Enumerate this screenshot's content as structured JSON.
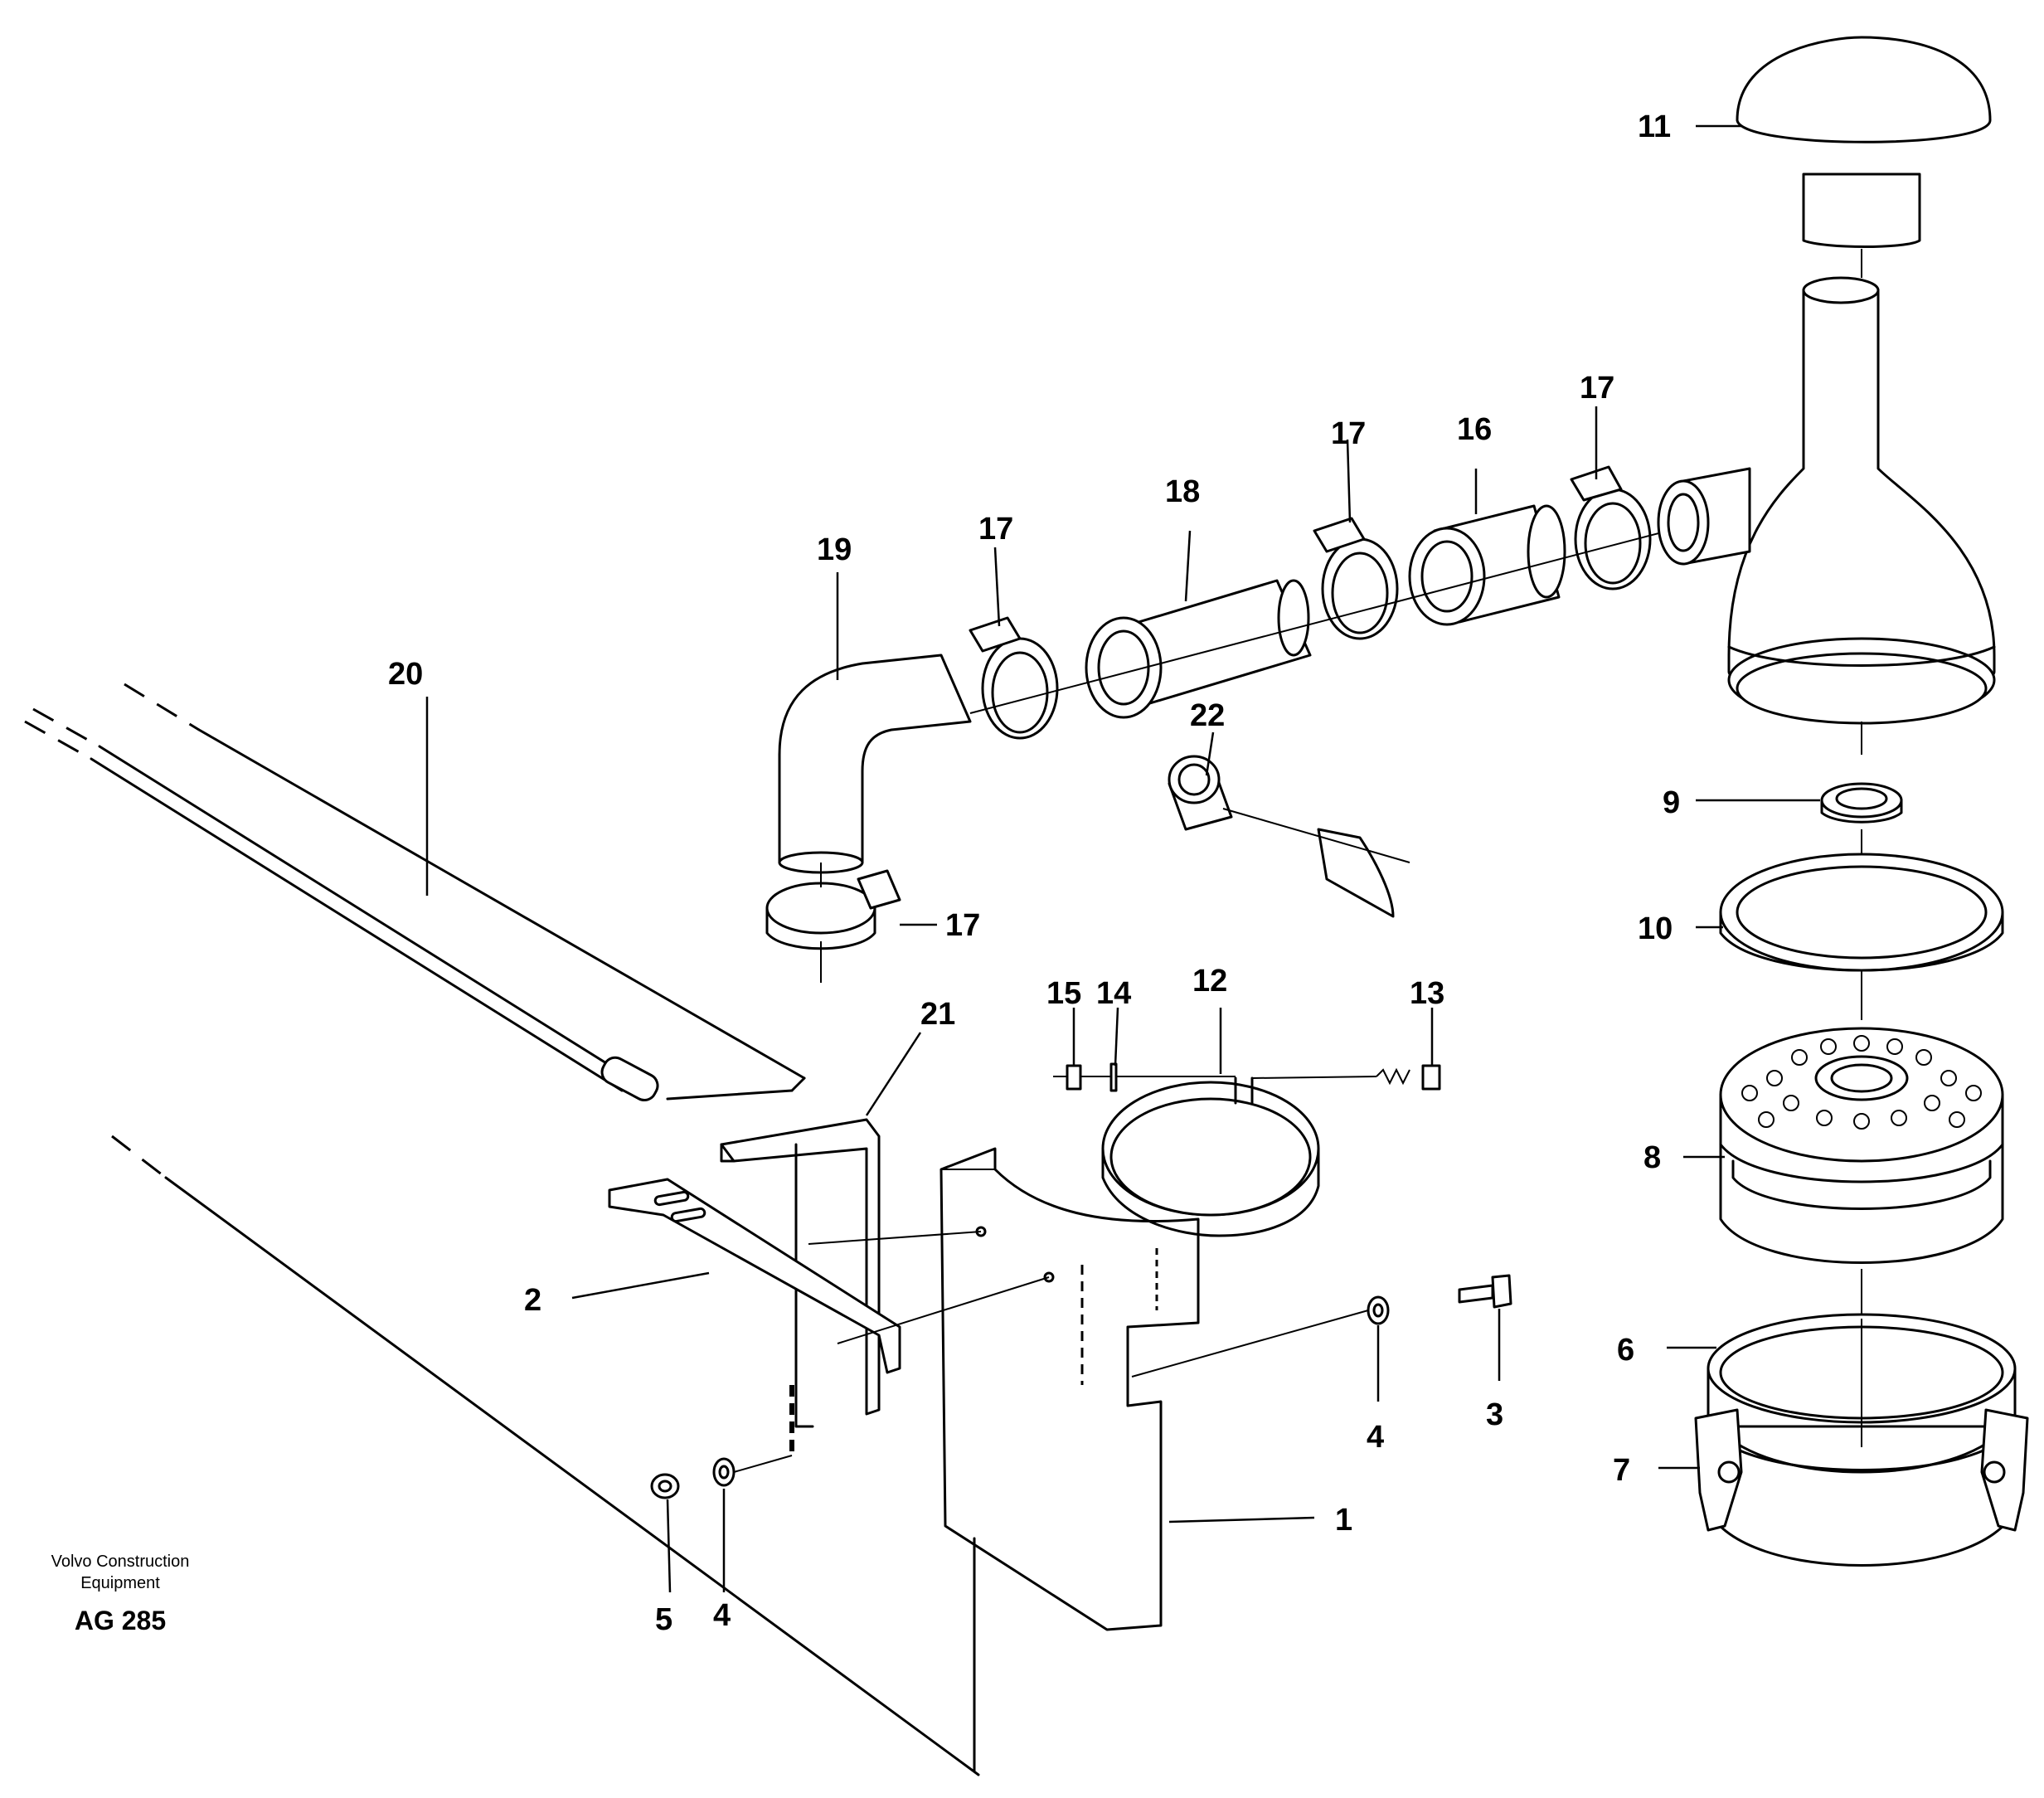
{
  "labels": [
    {
      "id": "1",
      "text": "1"
    },
    {
      "id": "2",
      "text": "2"
    },
    {
      "id": "3",
      "text": "3"
    },
    {
      "id": "4a",
      "text": "4"
    },
    {
      "id": "4b",
      "text": "4"
    },
    {
      "id": "5",
      "text": "5"
    },
    {
      "id": "6",
      "text": "6"
    },
    {
      "id": "7",
      "text": "7"
    },
    {
      "id": "8",
      "text": "8"
    },
    {
      "id": "9",
      "text": "9"
    },
    {
      "id": "10",
      "text": "10"
    },
    {
      "id": "11",
      "text": "11"
    },
    {
      "id": "12",
      "text": "12"
    },
    {
      "id": "13",
      "text": "13"
    },
    {
      "id": "14",
      "text": "14"
    },
    {
      "id": "15",
      "text": "15"
    },
    {
      "id": "16",
      "text": "16"
    },
    {
      "id": "17a",
      "text": "17"
    },
    {
      "id": "17b",
      "text": "17"
    },
    {
      "id": "17c",
      "text": "17"
    },
    {
      "id": "17d",
      "text": "17"
    },
    {
      "id": "18",
      "text": "18"
    },
    {
      "id": "19",
      "text": "19"
    },
    {
      "id": "20",
      "text": "20"
    },
    {
      "id": "21",
      "text": "21"
    },
    {
      "id": "22",
      "text": "22"
    }
  ],
  "caption": {
    "line1": "Volvo Construction",
    "line2": "Equipment",
    "code": "AG 285"
  }
}
